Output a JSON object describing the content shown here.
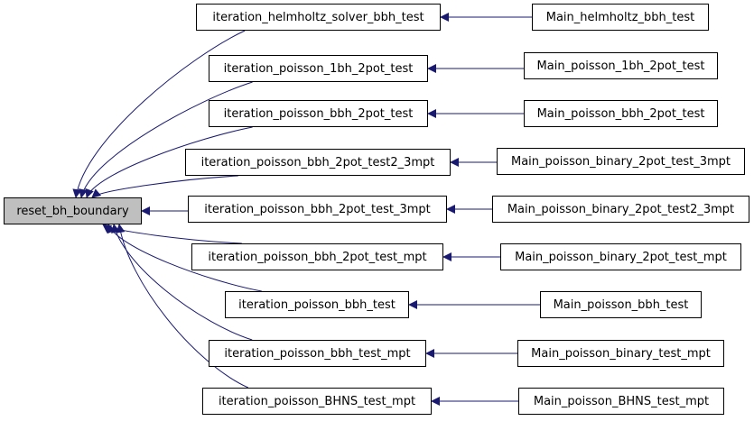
{
  "diagram": {
    "type": "call-graph",
    "edge_color": "#191970",
    "root": {
      "label": "reset_bh_boundary",
      "fill": "#bfbfbf"
    },
    "callers": [
      {
        "label": "iteration_helmholtz_solver_bbh_test",
        "caller": "Main_helmholtz_bbh_test"
      },
      {
        "label": "iteration_poisson_1bh_2pot_test",
        "caller": "Main_poisson_1bh_2pot_test"
      },
      {
        "label": "iteration_poisson_bbh_2pot_test",
        "caller": "Main_poisson_bbh_2pot_test"
      },
      {
        "label": "iteration_poisson_bbh_2pot_test2_3mpt",
        "caller": "Main_poisson_binary_2pot_test_3mpt"
      },
      {
        "label": "iteration_poisson_bbh_2pot_test_3mpt",
        "caller": "Main_poisson_binary_2pot_test2_3mpt"
      },
      {
        "label": "iteration_poisson_bbh_2pot_test_mpt",
        "caller": "Main_poisson_binary_2pot_test_mpt"
      },
      {
        "label": "iteration_poisson_bbh_test",
        "caller": "Main_poisson_bbh_test"
      },
      {
        "label": "iteration_poisson_bbh_test_mpt",
        "caller": "Main_poisson_binary_test_mpt"
      },
      {
        "label": "iteration_poisson_BHNS_test_mpt",
        "caller": "Main_poisson_BHNS_test_mpt"
      }
    ]
  }
}
